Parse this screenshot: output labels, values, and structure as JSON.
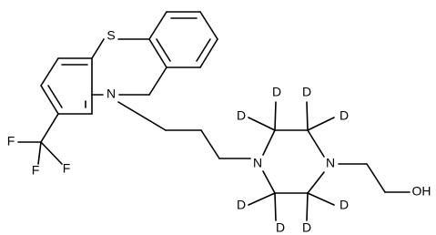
{
  "molecule": {
    "atom_labels": {
      "sulfur": "S",
      "ring_nitrogen": "N",
      "piperazine_n1": "N",
      "piperazine_n4": "N",
      "fluorine_1": "F",
      "fluorine_2": "F",
      "fluorine_3": "F",
      "hydroxyl": "OH",
      "deuterium_1": "D",
      "deuterium_2": "D",
      "deuterium_3": "D",
      "deuterium_4": "D",
      "deuterium_5": "D",
      "deuterium_6": "D",
      "deuterium_7": "D",
      "deuterium_8": "D"
    },
    "colors": {
      "bond": "#000000",
      "label": "#000000",
      "background": "#ffffff"
    }
  }
}
